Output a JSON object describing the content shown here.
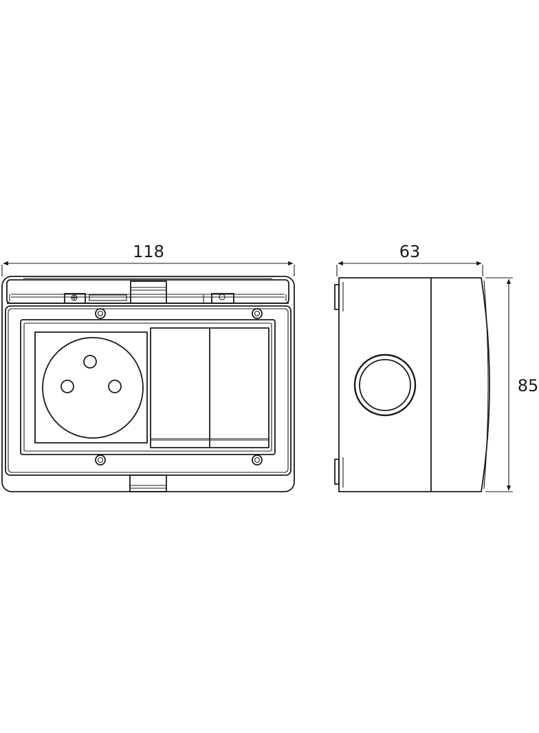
{
  "dimensions": {
    "width_label": "118",
    "depth_label": "63",
    "height_label": "85"
  },
  "colors": {
    "line": "#1a1a1a",
    "background": "#ffffff"
  }
}
